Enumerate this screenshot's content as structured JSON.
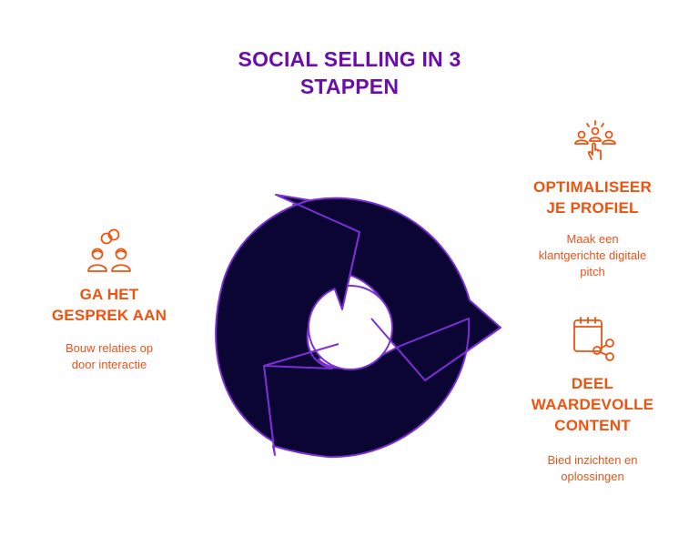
{
  "title": {
    "line1": "SOCIAL SELLING IN 3",
    "line2": "STAPPEN"
  },
  "colors": {
    "title": "#6a0dad",
    "accent": "#f0520f",
    "cycle_fill": "#0a0532",
    "cycle_stroke": "#7b2fd6"
  },
  "steps": [
    {
      "icon": "crowd-tap-icon",
      "heading_line1": "OPTIMALISEER",
      "heading_line2": "JE PROFIEL",
      "desc_line1": "Maak een",
      "desc_line2": "klantgerichte digitale",
      "desc_line3": "pitch"
    },
    {
      "icon": "calendar-share-icon",
      "heading_line1": "DEEL",
      "heading_line2": "WAARDEVOLLE",
      "heading_line3": "CONTENT",
      "desc_line1": "Bied inzichten en",
      "desc_line2": "oplossingen"
    },
    {
      "icon": "people-chat-icon",
      "heading_line1": "GA HET",
      "heading_line2": "GESPREK AAN",
      "desc_line1": "Bouw relaties op",
      "desc_line2": "door interactie"
    }
  ]
}
